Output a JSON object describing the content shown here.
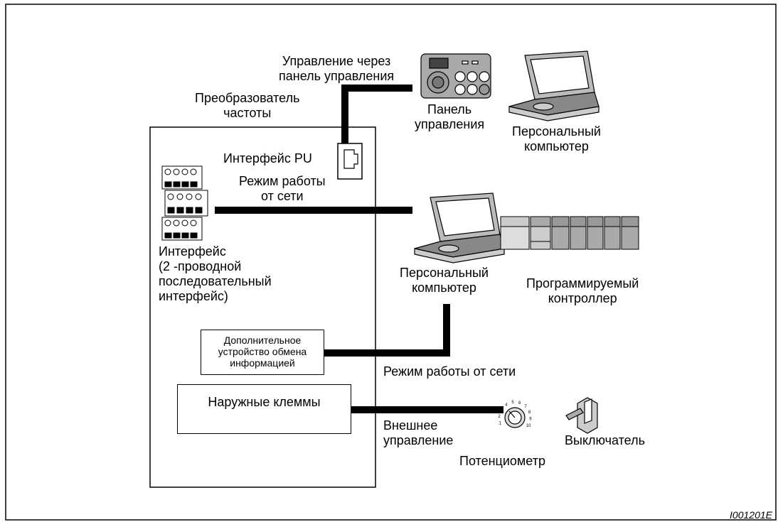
{
  "figure_id": "I001201E",
  "labels": {
    "pu_control": "Управление через\nпанель управления",
    "inverter": "Преобразователь\nчастоты",
    "panel": "Панель\nуправления",
    "pc_top": "Персональный\nкомпьютер",
    "pu_interface": "Интерфейс PU",
    "network_mode_1": "Режим работы\nот сети",
    "rs485_interface": "Интерфейс\n(2 -проводной\nпоследовательный\nинтерфейс)",
    "pc_mid": "Персональный\nкомпьютер",
    "plc": "Программируемый\nконтроллер",
    "comm_option": "Дополнительное\nустройство обмена\nинформацией",
    "network_mode_2": "Режим работы от сети",
    "external_terminals": "Наружные клеммы",
    "external_control": "Внешнее\nуправление",
    "switch": "Выключатель",
    "potentiometer": "Потенциометр"
  },
  "dial_scale": [
    "1",
    "2",
    "3",
    "4",
    "5",
    "6",
    "7",
    "8",
    "9",
    "10"
  ]
}
